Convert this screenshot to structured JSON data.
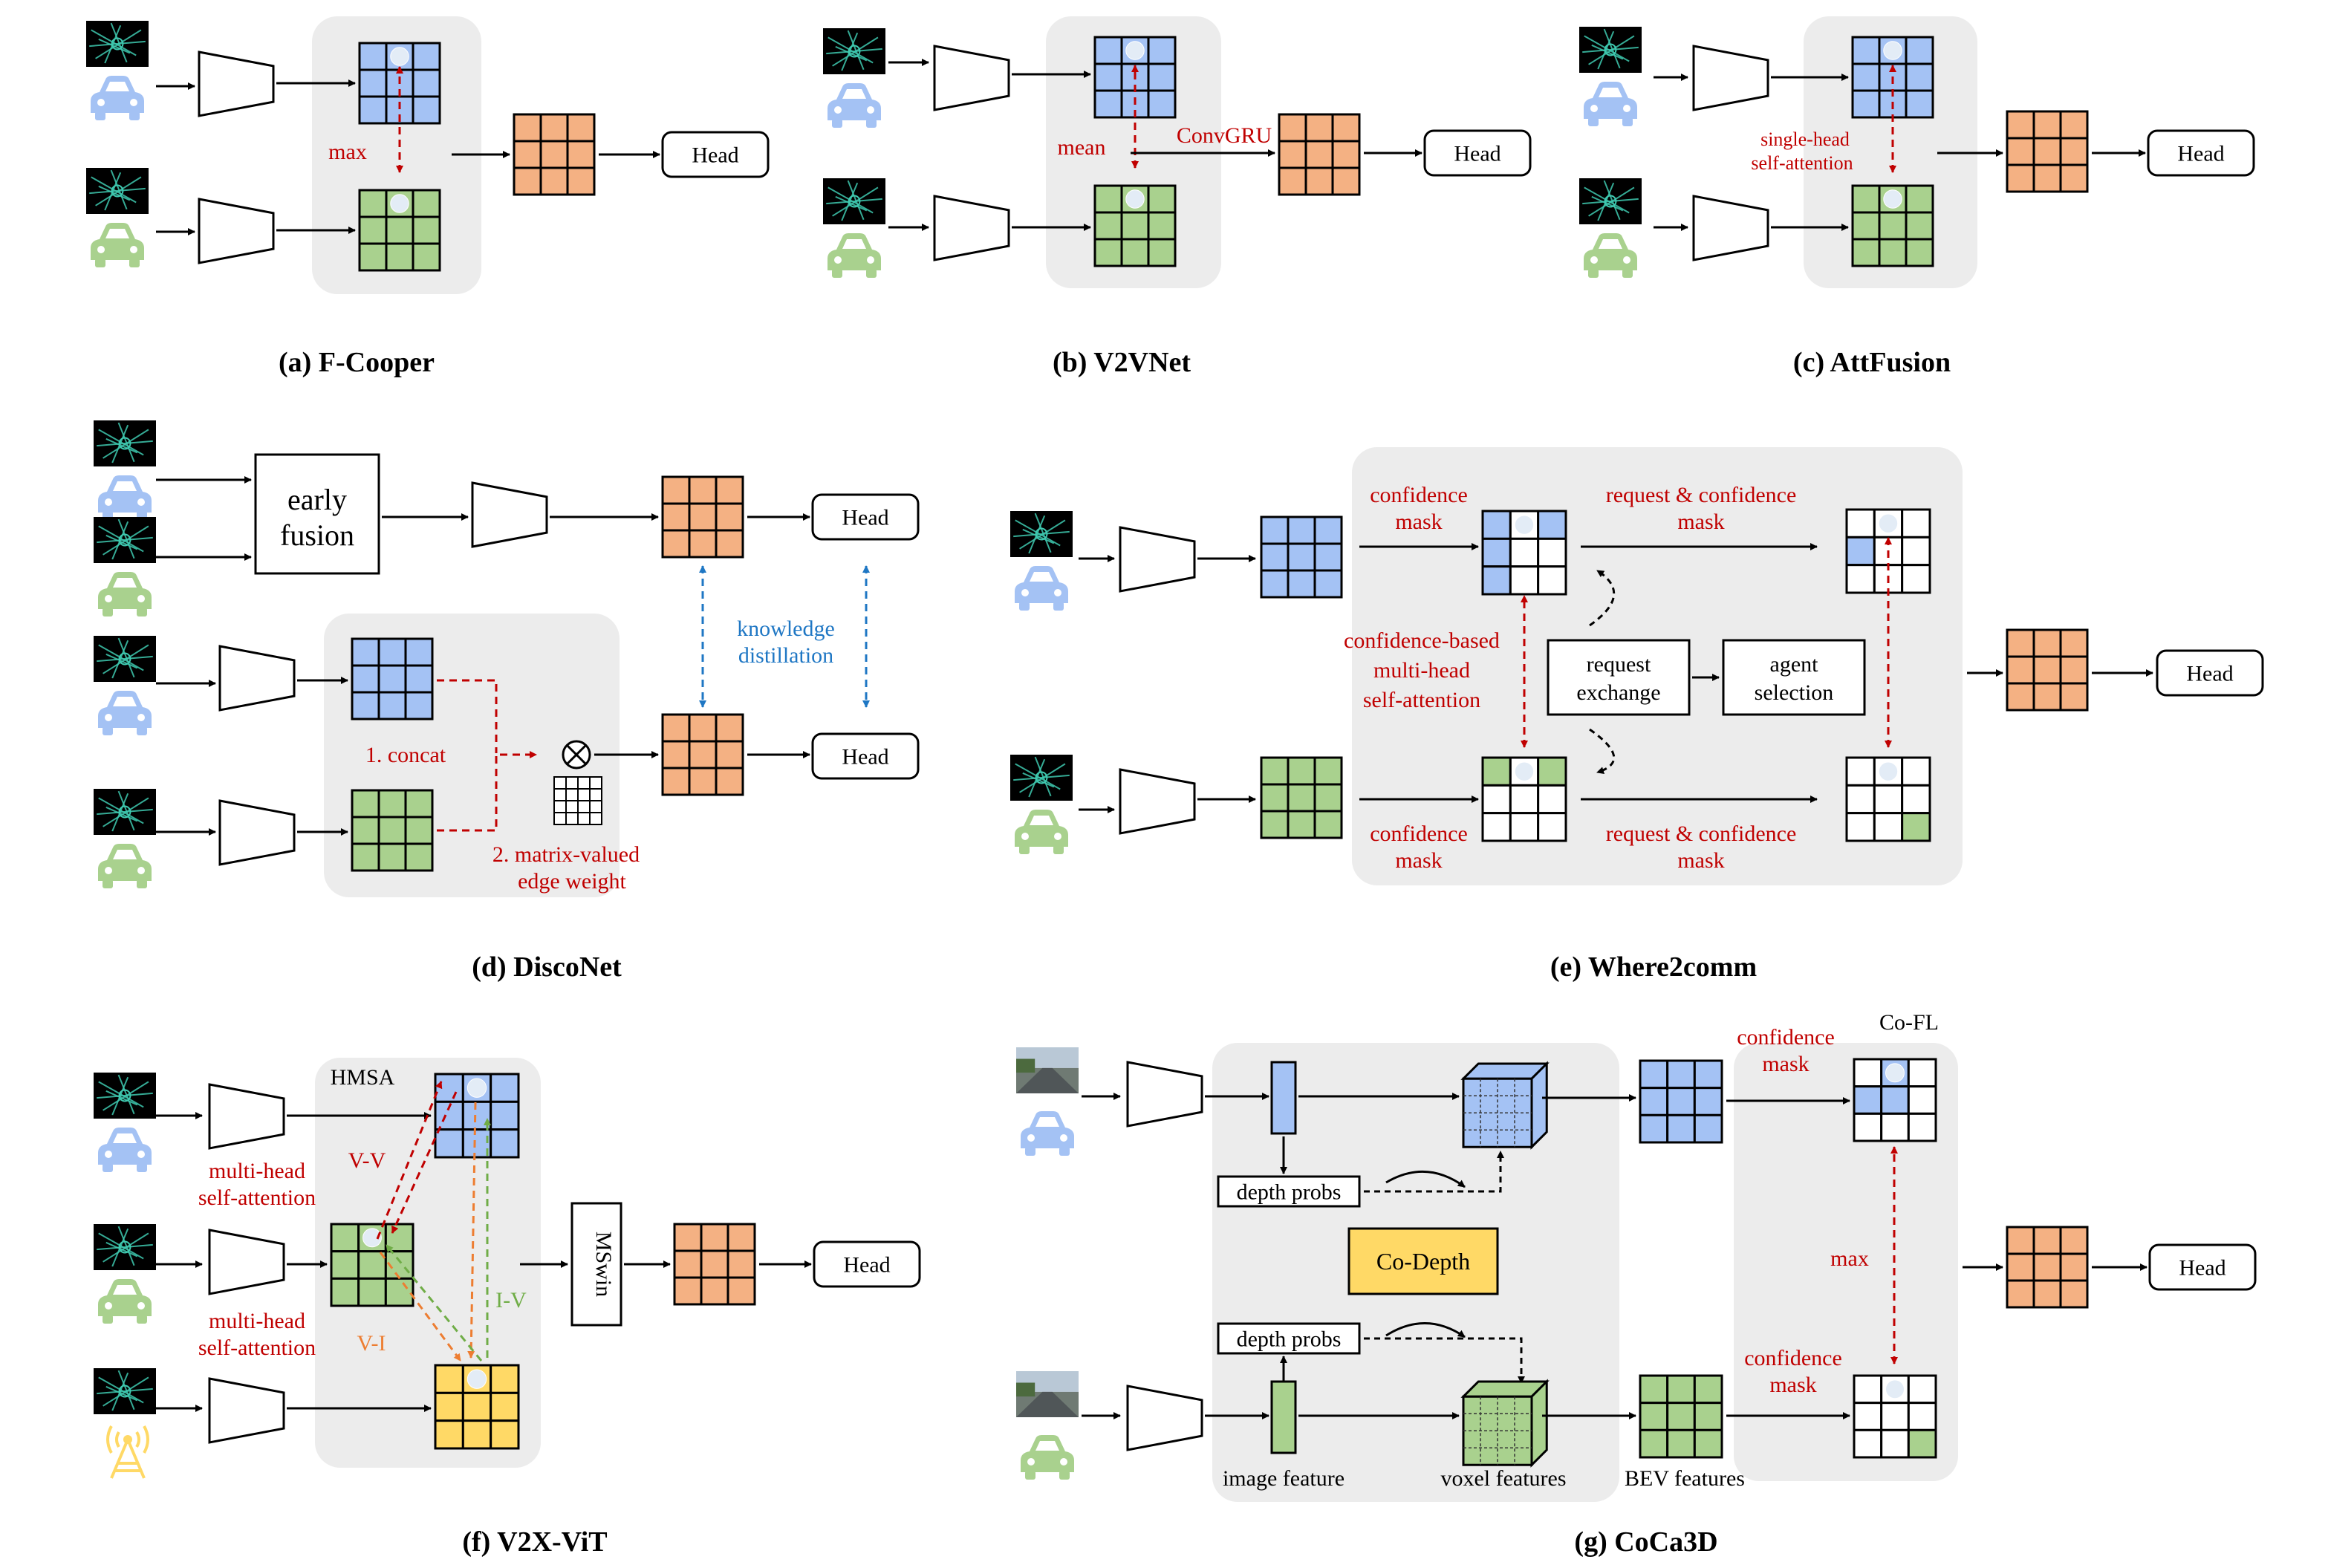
{
  "colors": {
    "blue": "#a4c2f4",
    "green": "#a9d18e",
    "orange": "#f4b183",
    "yellow": "#ffd966",
    "panel": "#ececec",
    "red": "#c00000",
    "dist_blue": "#1f77c4",
    "label_orange": "#ed7d31",
    "label_green": "#70ad47"
  },
  "icons": {
    "car_blue": "car-blue-icon",
    "car_green": "car-green-icon",
    "tower": "radio-tower-icon",
    "lidar": "lidar-thumbnail-icon",
    "camera": "camera-thumbnail-icon"
  },
  "common": {
    "head": "Head"
  },
  "panels": {
    "a": {
      "caption": "(a) F-Cooper",
      "op": "max"
    },
    "b": {
      "caption": "(b) V2VNet",
      "op": "mean",
      "gru": "ConvGRU"
    },
    "c": {
      "caption": "(c) AttFusion",
      "att1": "single-head",
      "att2": "self-attention"
    },
    "d": {
      "caption": "(d) DiscoNet",
      "early1": "early",
      "early2": "fusion",
      "concat": "1. concat",
      "edge1": "2. matrix-valued",
      "edge2": "edge weight",
      "kd1": "knowledge",
      "kd2": "distillation"
    },
    "e": {
      "caption": "(e) Where2comm",
      "conf1": "confidence",
      "conf2": "mask",
      "req1": "request & confidence",
      "req2": "mask",
      "cb1": "confidence-based",
      "cb2": "multi-head",
      "cb3": "self-attention",
      "rex1": "request",
      "rex2": "exchange",
      "ag1": "agent",
      "ag2": "selection"
    },
    "f": {
      "caption": "(f) V2X-ViT",
      "hmsa": "HMSA",
      "mh1": "multi-head",
      "mh2": "self-attention",
      "vv": "V-V",
      "vi": "V-I",
      "iv": "I-V",
      "mswin": "MSwin"
    },
    "g": {
      "caption": "(g) CoCa3D",
      "cofl": "Co-FL",
      "depth": "depth probs",
      "codepth": "Co-Depth",
      "conf1": "confidence",
      "conf2": "mask",
      "max": "max",
      "img": "image feature",
      "voxel": "voxel features",
      "bev": "BEV features"
    }
  }
}
